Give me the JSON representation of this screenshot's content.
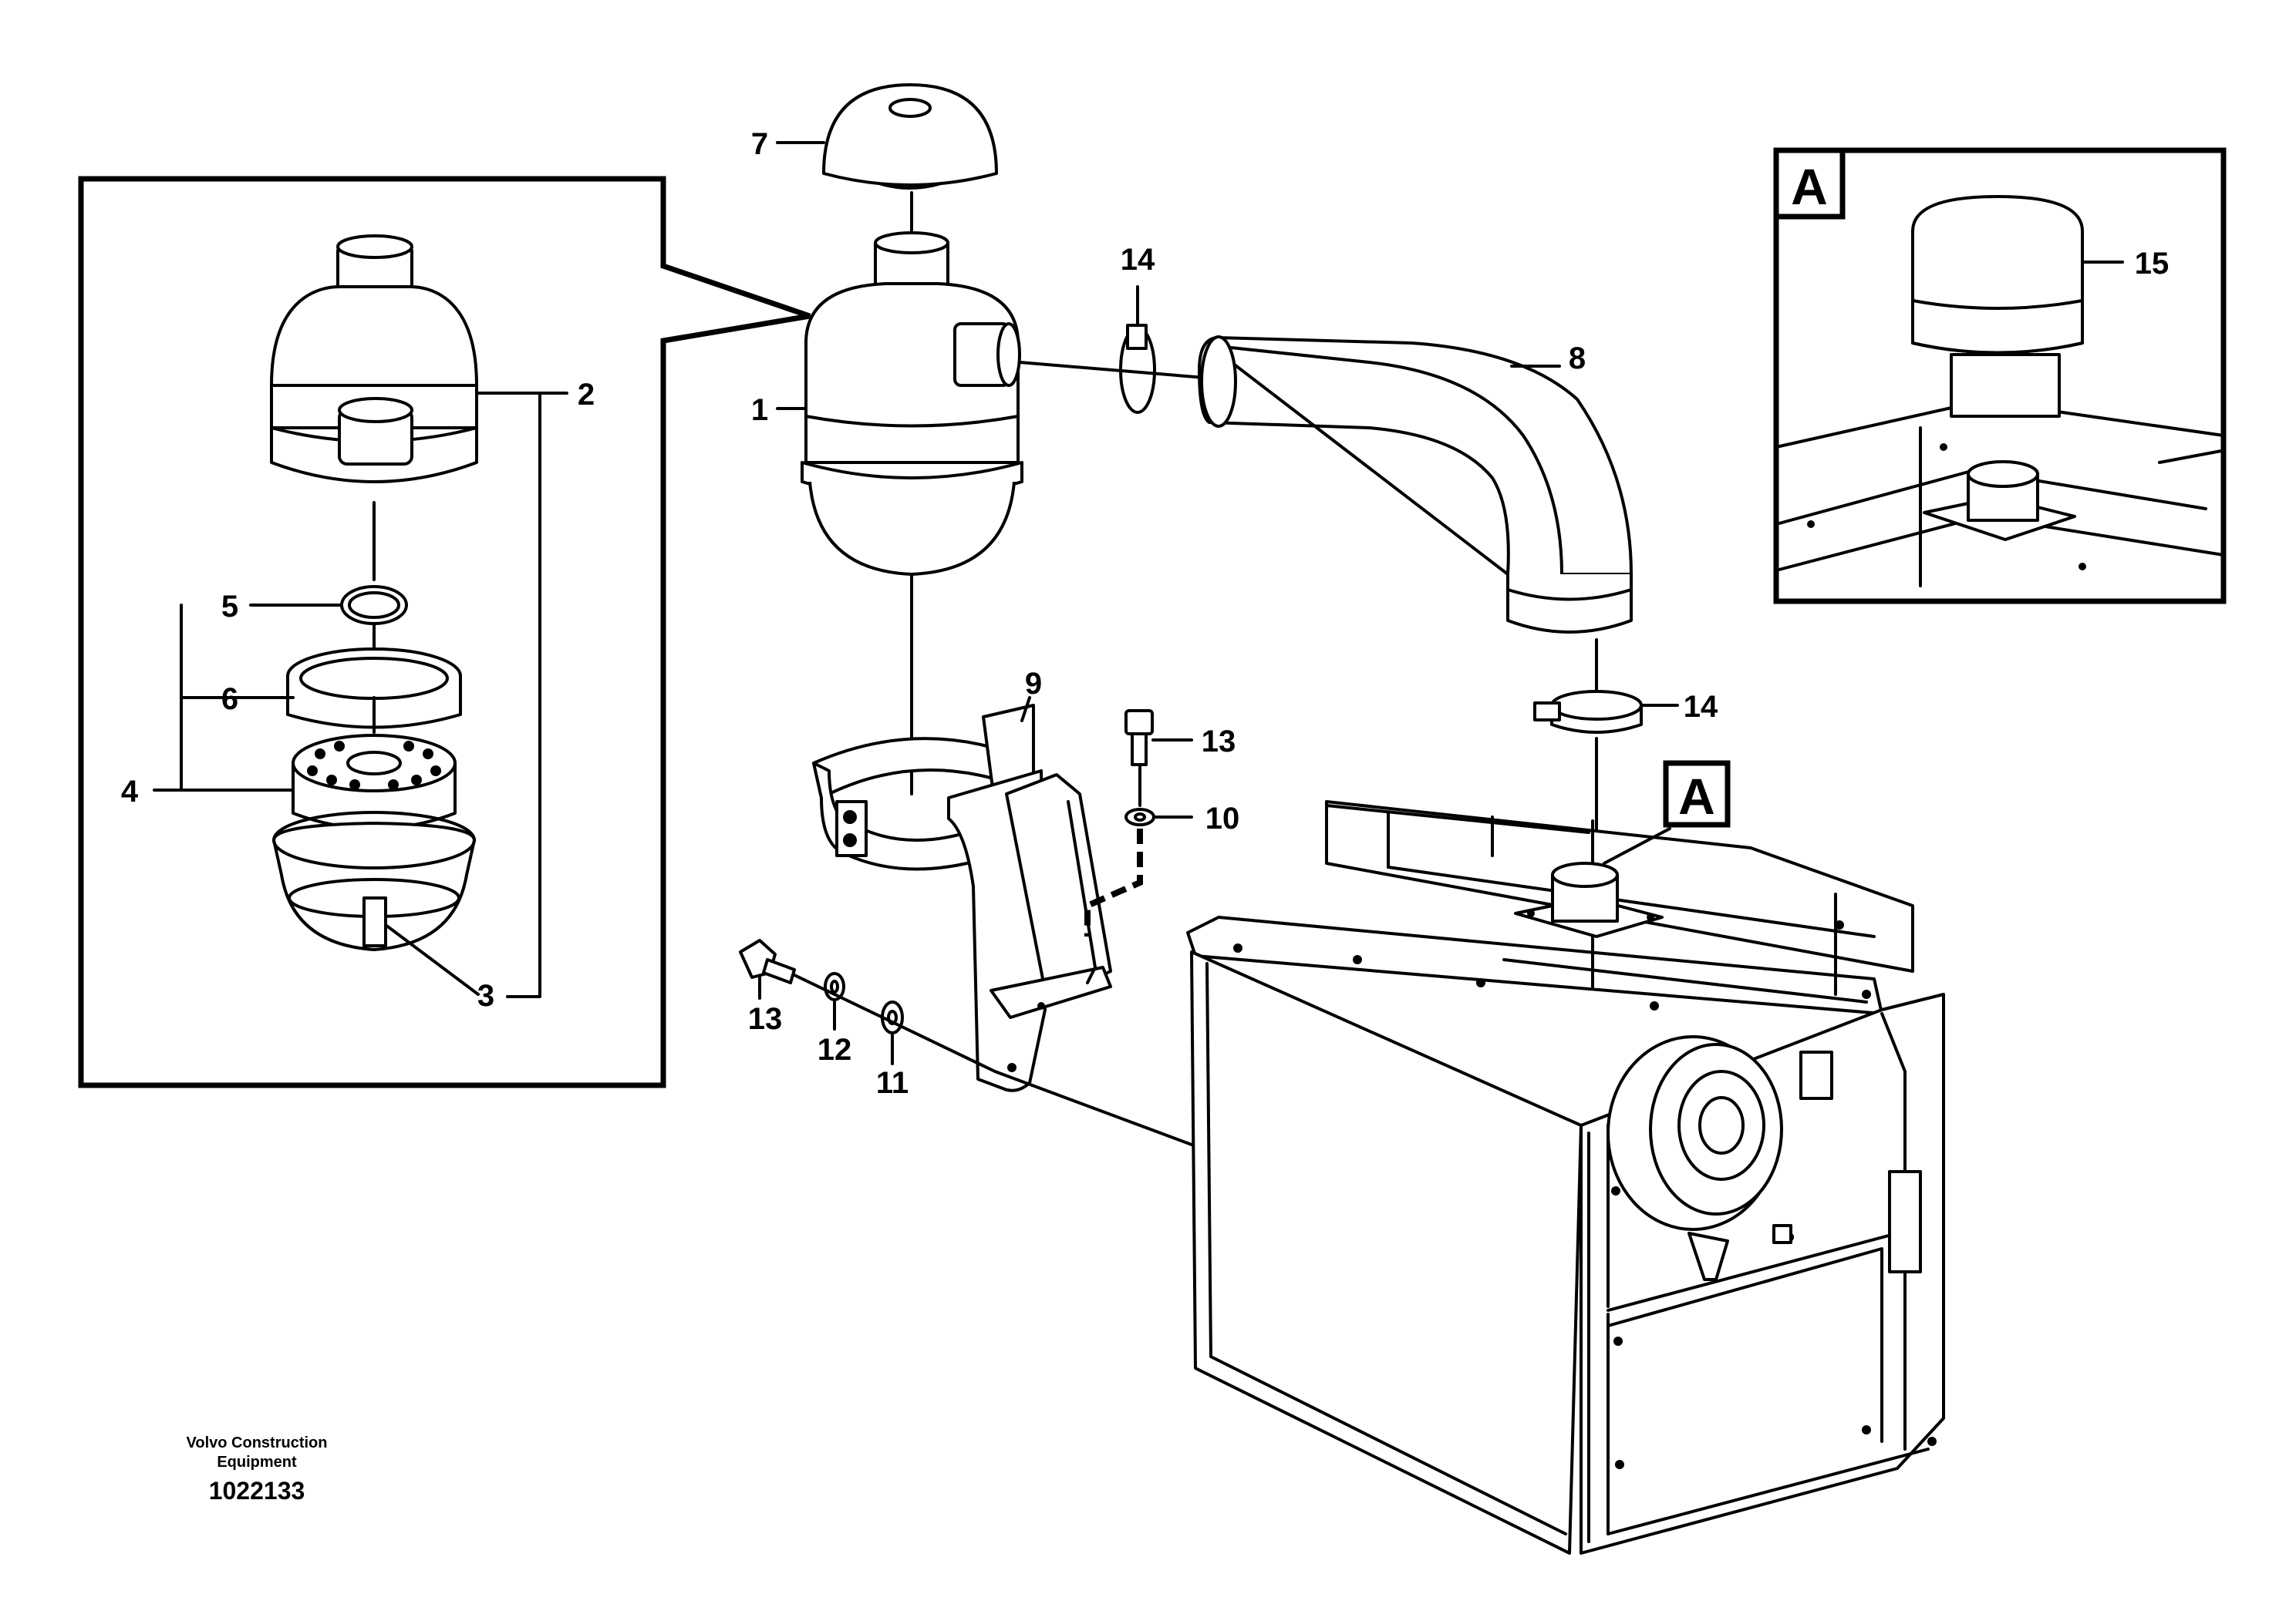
{
  "callouts": {
    "c1": "1",
    "c2": "2",
    "c3": "3",
    "c4": "4",
    "c5": "5",
    "c6": "6",
    "c7": "7",
    "c8": "8",
    "c9": "9",
    "c10": "10",
    "c11": "11",
    "c12": "12",
    "c13a": "13",
    "c13b": "13",
    "c14a": "14",
    "c14b": "14",
    "c15": "15"
  },
  "view_marker": {
    "main": "A",
    "inset": "A"
  },
  "footer": {
    "brand_line1": "Volvo Construction",
    "brand_line2": "Equipment",
    "doc_number": "1022133"
  }
}
